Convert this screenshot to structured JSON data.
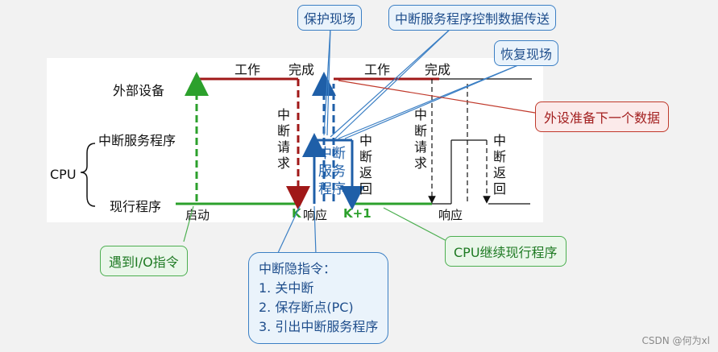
{
  "rows": {
    "device": "外部设备",
    "isr": "中断服务程序",
    "current": "现行程序",
    "cpu": "CPU"
  },
  "labels": {
    "work1": "工作",
    "done1": "完成",
    "work2": "工作",
    "done2": "完成",
    "irq1": "中断请求",
    "irq2": "中断请求",
    "ret1": "中断返回",
    "ret2": "中断返回",
    "isr_inline": "中断服务程序",
    "start": "启动",
    "k": "K",
    "k_plus_1": "K+1",
    "respond1": "响应",
    "respond2": "响应"
  },
  "callouts": {
    "save_context": "保护现场",
    "isr_transfer": "中断服务程序控制数据传送",
    "restore_context": "恢复现场",
    "device_next": "外设准备下一个数据",
    "io_instruction": "遇到I/O指令",
    "cpu_continue": "CPU继续现行程序",
    "implicit_title": "中断隐指令：",
    "implicit_steps": [
      "1. 关中断",
      "2. 保存断点(PC)",
      "3. 引出中断服务程序"
    ]
  },
  "watermark": "CSDN @何为xl",
  "colors": {
    "device_line": "#a01818",
    "current_line": "#2ca02c",
    "isr_line": "#1f5fa8",
    "black": "#111111"
  }
}
